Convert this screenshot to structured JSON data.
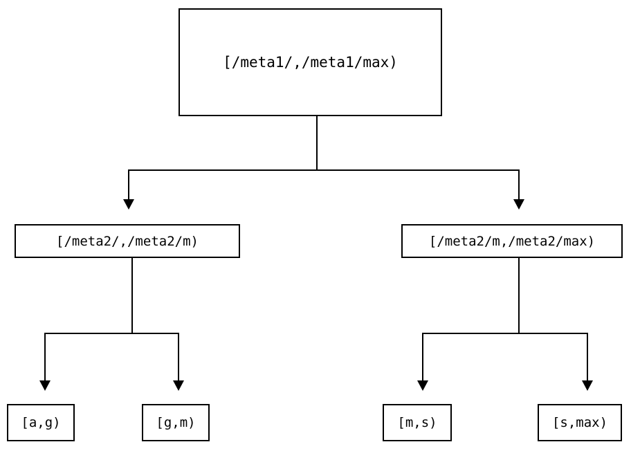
{
  "diagram": {
    "type": "tree",
    "orientation": "top-down",
    "background_color": "#ffffff",
    "line_color": "#000000",
    "text_color": "#000000",
    "nodes": [
      {
        "id": "root",
        "label": "[/meta1/,/meta1/max)",
        "level": 0
      },
      {
        "id": "mid-left",
        "label": "[/meta2/,/meta2/m)",
        "level": 1
      },
      {
        "id": "mid-right",
        "label": "[/meta2/m,/meta2/max)",
        "level": 1
      },
      {
        "id": "leaf-ag",
        "label": "[a,g)",
        "level": 2
      },
      {
        "id": "leaf-gm",
        "label": "[g,m)",
        "level": 2
      },
      {
        "id": "leaf-ms",
        "label": "[m,s)",
        "level": 2
      },
      {
        "id": "leaf-smax",
        "label": "[s,max)",
        "level": 2
      }
    ],
    "edges": [
      {
        "from": "root",
        "to": "mid-left"
      },
      {
        "from": "root",
        "to": "mid-right"
      },
      {
        "from": "mid-left",
        "to": "leaf-ag"
      },
      {
        "from": "mid-left",
        "to": "leaf-gm"
      },
      {
        "from": "mid-right",
        "to": "leaf-ms"
      },
      {
        "from": "mid-right",
        "to": "leaf-smax"
      }
    ]
  }
}
